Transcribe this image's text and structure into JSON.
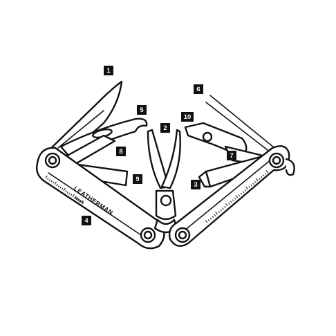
{
  "brand": {
    "name": "LEATHERMAN",
    "model": "Micra"
  },
  "callouts": [
    {
      "id": "1",
      "label": "1"
    },
    {
      "id": "2",
      "label": "2"
    },
    {
      "id": "3",
      "label": "3"
    },
    {
      "id": "4",
      "label": "4"
    },
    {
      "id": "5",
      "label": "5"
    },
    {
      "id": "6",
      "label": "6"
    },
    {
      "id": "7",
      "label": "7"
    },
    {
      "id": "8",
      "label": "8"
    },
    {
      "id": "9",
      "label": "9"
    },
    {
      "id": "10",
      "label": "10"
    }
  ],
  "colors": {
    "line": "#111111",
    "fill": "#ffffff",
    "badge": "#111111",
    "badge_text": "#ffffff"
  }
}
